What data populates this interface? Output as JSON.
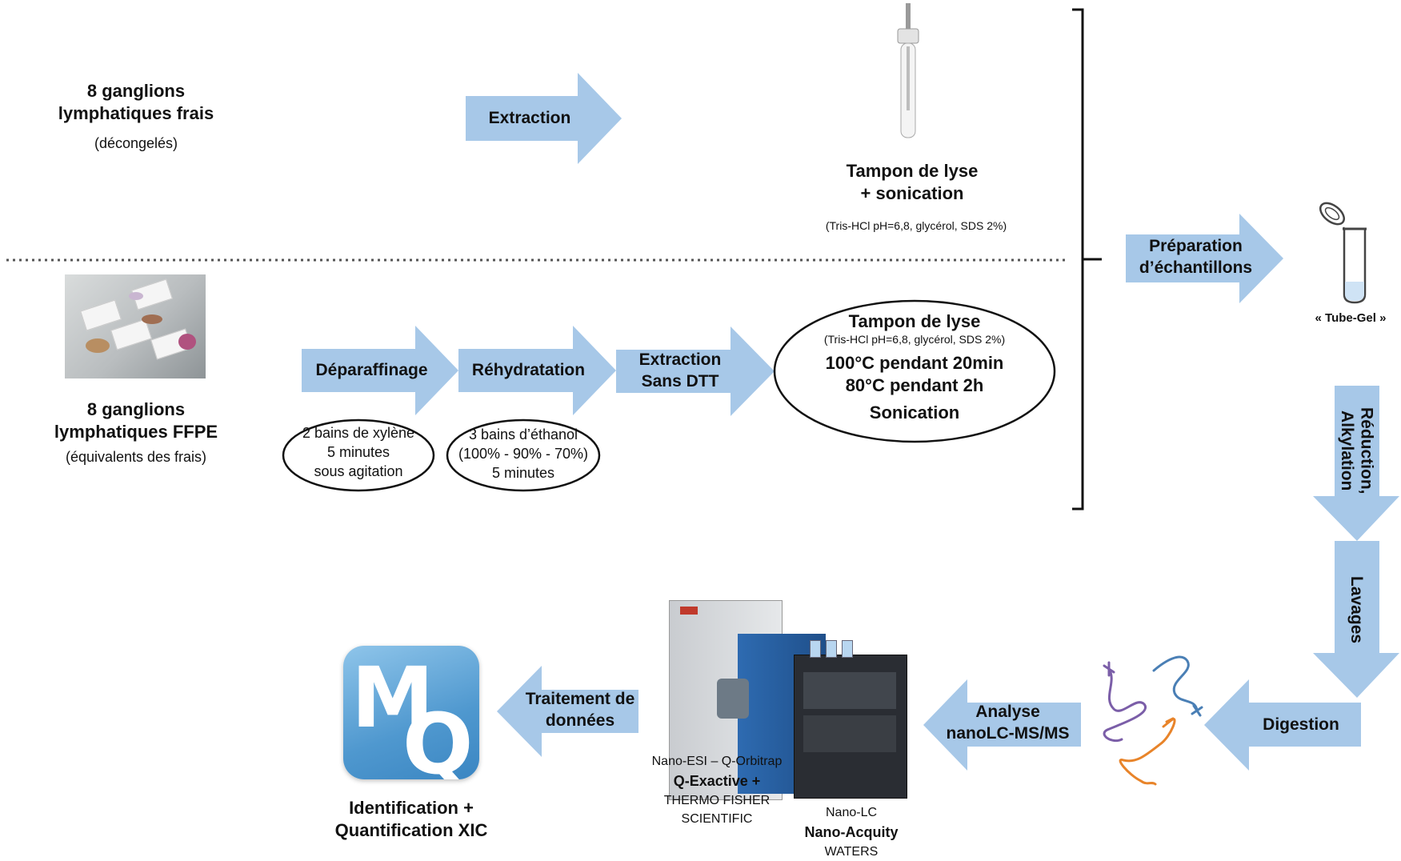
{
  "colors": {
    "arrow": "#a7c8e8",
    "border": "#111111",
    "dotted_line": "#555555",
    "peptide_purple": "#7b5ea8",
    "peptide_blue": "#4a7fb5",
    "peptide_orange": "#e8842a"
  },
  "fresh_sample": {
    "title_line1": "8 ganglions",
    "title_line2": "lymphatiques frais",
    "note": "(décongelés)"
  },
  "extraction_arrow": "Extraction",
  "lysis_fresh": {
    "line1": "Tampon de lyse",
    "line2": "+ sonication",
    "detail": "(Tris-HCl pH=6,8, glycérol, SDS 2%)"
  },
  "ffpe_sample": {
    "title_line1": "8 ganglions",
    "title_line2": "lymphatiques FFPE",
    "note": "(équivalents des frais)"
  },
  "steps": {
    "deparaffinage": "Déparaffinage",
    "rehydratation": "Réhydratation",
    "extraction_line1": "Extraction",
    "extraction_line2": "Sans DTT"
  },
  "xylene_ellipse": {
    "line1": "2 bains de xylène",
    "line2": "5 minutes",
    "line3": "sous agitation"
  },
  "ethanol_ellipse": {
    "line1": "3 bains d’éthanol",
    "line2": "(100% - 90% - 70%)",
    "line3": "5 minutes"
  },
  "lysis_ffpe": {
    "title": "Tampon de lyse",
    "detail": "(Tris-HCl pH=6,8, glycérol, SDS 2%)",
    "line1": "100°C pendant 20min",
    "line2": "80°C pendant 2h",
    "line3": "Sonication"
  },
  "preparation_arrow": {
    "line1": "Préparation",
    "line2": "d’échantillons"
  },
  "tube_gel_label": "« Tube-Gel »",
  "reduction_arrow": {
    "line1": "Réduction,",
    "line2": "Alkylation"
  },
  "lavages_arrow": "Lavages",
  "digestion_arrow": "Digestion",
  "analyse_arrow": {
    "line1": "Analyse",
    "line2": "nanoLC-MS/MS"
  },
  "ms_instrument": {
    "line1": "Nano-ESI – Q-Orbitrap",
    "line2": "Q-Exactive +",
    "line3": "THERMO FISHER",
    "line4": "SCIENTIFIC"
  },
  "lc_instrument": {
    "line1": "Nano-LC",
    "line2": "Nano-Acquity",
    "line3": "WATERS"
  },
  "traitement_arrow": {
    "line1": "Traitement de",
    "line2": "données"
  },
  "mq_logo": {
    "letter1": "M",
    "letter2": "Q"
  },
  "final_result": {
    "line1": "Identification +",
    "line2": "Quantification XIC"
  }
}
